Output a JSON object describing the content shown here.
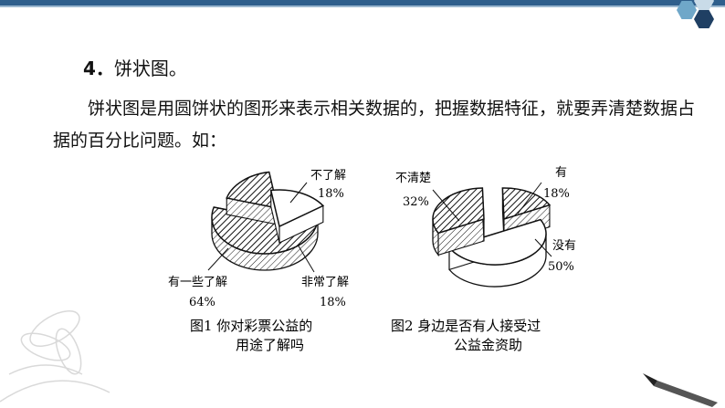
{
  "section": {
    "number": "4．",
    "title": "饼状图。",
    "paragraph": "饼状图是用圆饼状的图形来表示相关数据的，把握数据特征，就要弄清楚数据占据的百分比问题。如："
  },
  "colors": {
    "accent": "#2f5f8c",
    "hatch": "#111111"
  },
  "icons": [
    "hexagon-logo-icon",
    "flower-watermark-icon",
    "brush-pen-icon"
  ],
  "chart_data": [
    {
      "type": "pie",
      "caption_lines": [
        "图1  你对彩票公益的",
        "用途了解吗"
      ],
      "slices": [
        {
          "label": "有一些了解",
          "value": 64,
          "value_text": "64%",
          "hatched": true
        },
        {
          "label": "不了解",
          "value": 18,
          "value_text": "18%",
          "hatched": true
        },
        {
          "label": "非常了解",
          "value": 18,
          "value_text": "18%",
          "hatched": false
        }
      ]
    },
    {
      "type": "pie",
      "caption_lines": [
        "图2  身边是否有人接受过",
        "公益金资助"
      ],
      "slices": [
        {
          "label": "有",
          "value": 18,
          "value_text": "18%",
          "hatched": true
        },
        {
          "label": "没有",
          "value": 50,
          "value_text": "50%",
          "hatched": false
        },
        {
          "label": "不清楚",
          "value": 32,
          "value_text": "32%",
          "hatched": true
        }
      ]
    }
  ]
}
